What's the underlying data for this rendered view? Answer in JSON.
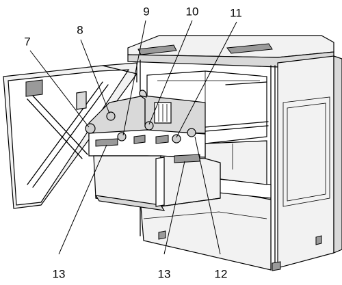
{
  "diagram": {
    "callouts": [
      {
        "id": "c7",
        "label": "7"
      },
      {
        "id": "c8",
        "label": "8"
      },
      {
        "id": "c9",
        "label": "9"
      },
      {
        "id": "c10",
        "label": "10"
      },
      {
        "id": "c11",
        "label": "11"
      },
      {
        "id": "c12",
        "label": "12"
      },
      {
        "id": "c13a",
        "label": "13"
      },
      {
        "id": "c13b",
        "label": "13"
      }
    ]
  }
}
